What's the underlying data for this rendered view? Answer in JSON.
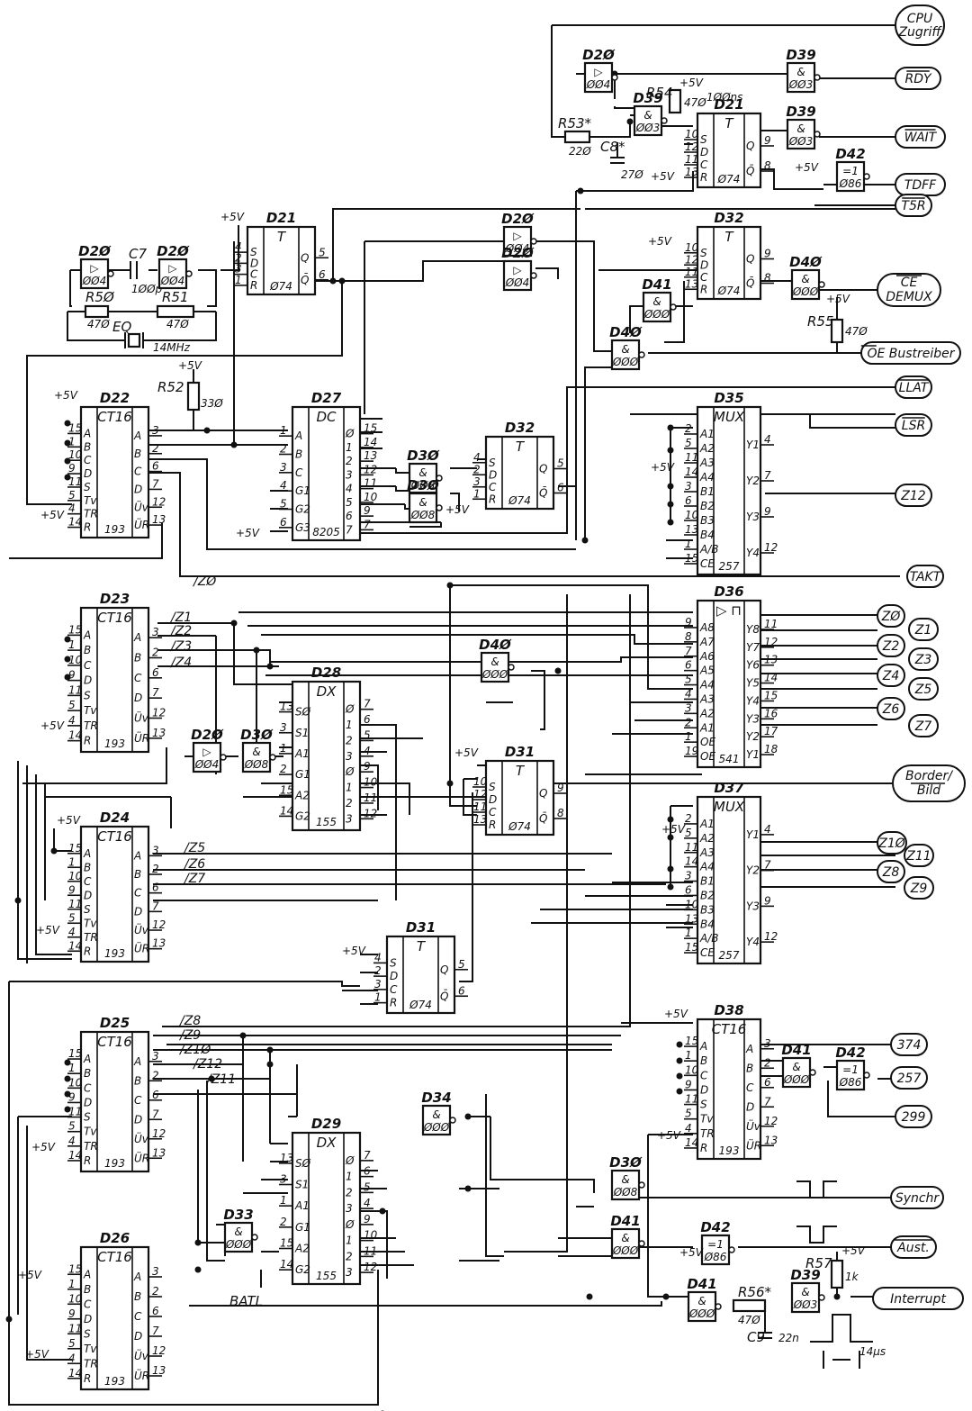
{
  "chips": {
    "d22": {
      "name": "D22",
      "type": "CT16",
      "part": "193"
    },
    "d23": {
      "name": "D23",
      "type": "CT16",
      "part": "193"
    },
    "d24": {
      "name": "D24",
      "type": "CT16",
      "part": "193"
    },
    "d25": {
      "name": "D25",
      "type": "CT16",
      "part": "193"
    },
    "d26": {
      "name": "D26",
      "type": "CT16",
      "part": "193"
    },
    "d27": {
      "name": "D27",
      "type": "DC",
      "part": "8205"
    },
    "d28": {
      "name": "D28",
      "type": "DX",
      "part": "155"
    },
    "d29": {
      "name": "D29",
      "type": "DX",
      "part": "155"
    },
    "d21a": {
      "name": "D21",
      "type": "T",
      "part": "Ø74"
    },
    "d21b": {
      "name": "D21",
      "type": "T",
      "part": "Ø74"
    },
    "d31a": {
      "name": "D31",
      "type": "T",
      "part": "Ø74"
    },
    "d31b": {
      "name": "D31",
      "type": "T",
      "part": "Ø74"
    },
    "d32a": {
      "name": "D32",
      "type": "T",
      "part": "Ø74"
    },
    "d32b": {
      "name": "D32",
      "type": "T",
      "part": "Ø74"
    },
    "d35": {
      "name": "D35",
      "type": "MUX",
      "part": "257"
    },
    "d37": {
      "name": "D37",
      "type": "MUX",
      "part": "257"
    },
    "d36": {
      "name": "D36",
      "type": "▷ ⊓",
      "part": "541"
    },
    "d38": {
      "name": "D38",
      "type": "CT16",
      "part": "193"
    }
  },
  "gates": [
    {
      "name": "D2Ø",
      "sym": "▷",
      "part": "ØØ4"
    },
    {
      "name": "D2Ø",
      "sym": "▷",
      "part": "ØØ4"
    },
    {
      "name": "D2Ø",
      "sym": "▷",
      "part": "ØØ4"
    },
    {
      "name": "D2Ø",
      "sym": "▷",
      "part": "ØØ4"
    },
    {
      "name": "D2Ø",
      "sym": "▷",
      "part": "ØØ4"
    },
    {
      "name": "D39",
      "sym": "&",
      "part": "ØØ3"
    },
    {
      "name": "D39",
      "sym": "&",
      "part": "ØØ3"
    },
    {
      "name": "D39",
      "sym": "&",
      "part": "ØØ3"
    },
    {
      "name": "D39",
      "sym": "&",
      "part": "ØØ3"
    },
    {
      "name": "D42",
      "sym": "=1",
      "part": "Ø86"
    },
    {
      "name": "D42",
      "sym": "=1",
      "part": "Ø86"
    },
    {
      "name": "D42",
      "sym": "=1",
      "part": "Ø86"
    },
    {
      "name": "D41",
      "sym": "&",
      "part": "ØØØ"
    },
    {
      "name": "D41",
      "sym": "&",
      "part": "ØØØ"
    },
    {
      "name": "D41",
      "sym": "&",
      "part": "ØØØ"
    },
    {
      "name": "D41",
      "sym": "&",
      "part": "ØØØ"
    },
    {
      "name": "D4Ø",
      "sym": "&",
      "part": "ØØØ"
    },
    {
      "name": "D4Ø",
      "sym": "&",
      "part": "ØØØ"
    },
    {
      "name": "D4Ø",
      "sym": "&",
      "part": "ØØØ"
    },
    {
      "name": "D3Ø",
      "sym": "&",
      "part": "ØØ8"
    },
    {
      "name": "D3Ø",
      "sym": "&",
      "part": "ØØ8"
    },
    {
      "name": "D3Ø",
      "sym": "&",
      "part": "ØØ8"
    },
    {
      "name": "D3Ø",
      "sym": "&",
      "part": "ØØ8"
    },
    {
      "name": "D33",
      "sym": "&",
      "part": "ØØØ"
    },
    {
      "name": "D34",
      "sym": "&",
      "part": "ØØØ"
    },
    {
      "name": "D2Ø",
      "sym": "▷",
      "part": "ØØ4"
    }
  ],
  "components": {
    "r50": "R5Ø",
    "r50v": "47Ø",
    "r51": "R51",
    "r51v": "47Ø",
    "r52": "R52",
    "r52v": "33Ø",
    "r53": "R53*",
    "r53v": "22Ø",
    "r54": "R54",
    "r54v": "47Ø",
    "r55": "R55",
    "r55v": "47Ø",
    "r56": "R56*",
    "r56v": "47Ø",
    "r57": "R57",
    "r57v": "1k",
    "c7": "C7",
    "c7v": "1ØØp",
    "c8": "C8*",
    "c8v": "27Ø",
    "c9": "C9",
    "c9v": "22n",
    "xtal": "EQ",
    "xtalv": "14MHz",
    "delay": "1ØØns",
    "pulse": "14µs",
    "vcc": "+5V",
    "batl": "BATL"
  },
  "terminals": {
    "cpu": [
      "CPU",
      "Zugriff"
    ],
    "rdy": "RDY",
    "wait": "WAIT",
    "tdff": "TDFF",
    "t5r": "T5R",
    "cedemux": [
      "CE",
      "DEMUX"
    ],
    "oe": "OE Bustreiber",
    "llat": "LLAT",
    "lsr": "LSR",
    "z12": "Z12",
    "takt": "TAKT",
    "z0": "ZØ",
    "z1": "Z1",
    "z2": "Z2",
    "z3": "Z3",
    "z4": "Z4",
    "z5": "Z5",
    "z6": "Z6",
    "z7": "Z7",
    "border": [
      "Border/",
      "Bild"
    ],
    "z10": "Z1Ø",
    "z11": "Z11",
    "z8": "Z8",
    "z9": "Z9",
    "t374": "374",
    "t257": "257",
    "t299": "299",
    "synchr": "Synchr",
    "aust": "Aust.",
    "interrupt": "Interrupt"
  },
  "signals": {
    "z0": "/ZØ",
    "z1": "/Z1",
    "z2": "/Z2",
    "z3": "/Z3",
    "z4": "/Z4",
    "z5": "/Z5",
    "z6": "/Z6",
    "z7": "/Z7",
    "z8": "/Z8",
    "z9": "/Z9",
    "z10": "/Z1Ø",
    "z12": "/Z12",
    "z11": "/Z11"
  }
}
